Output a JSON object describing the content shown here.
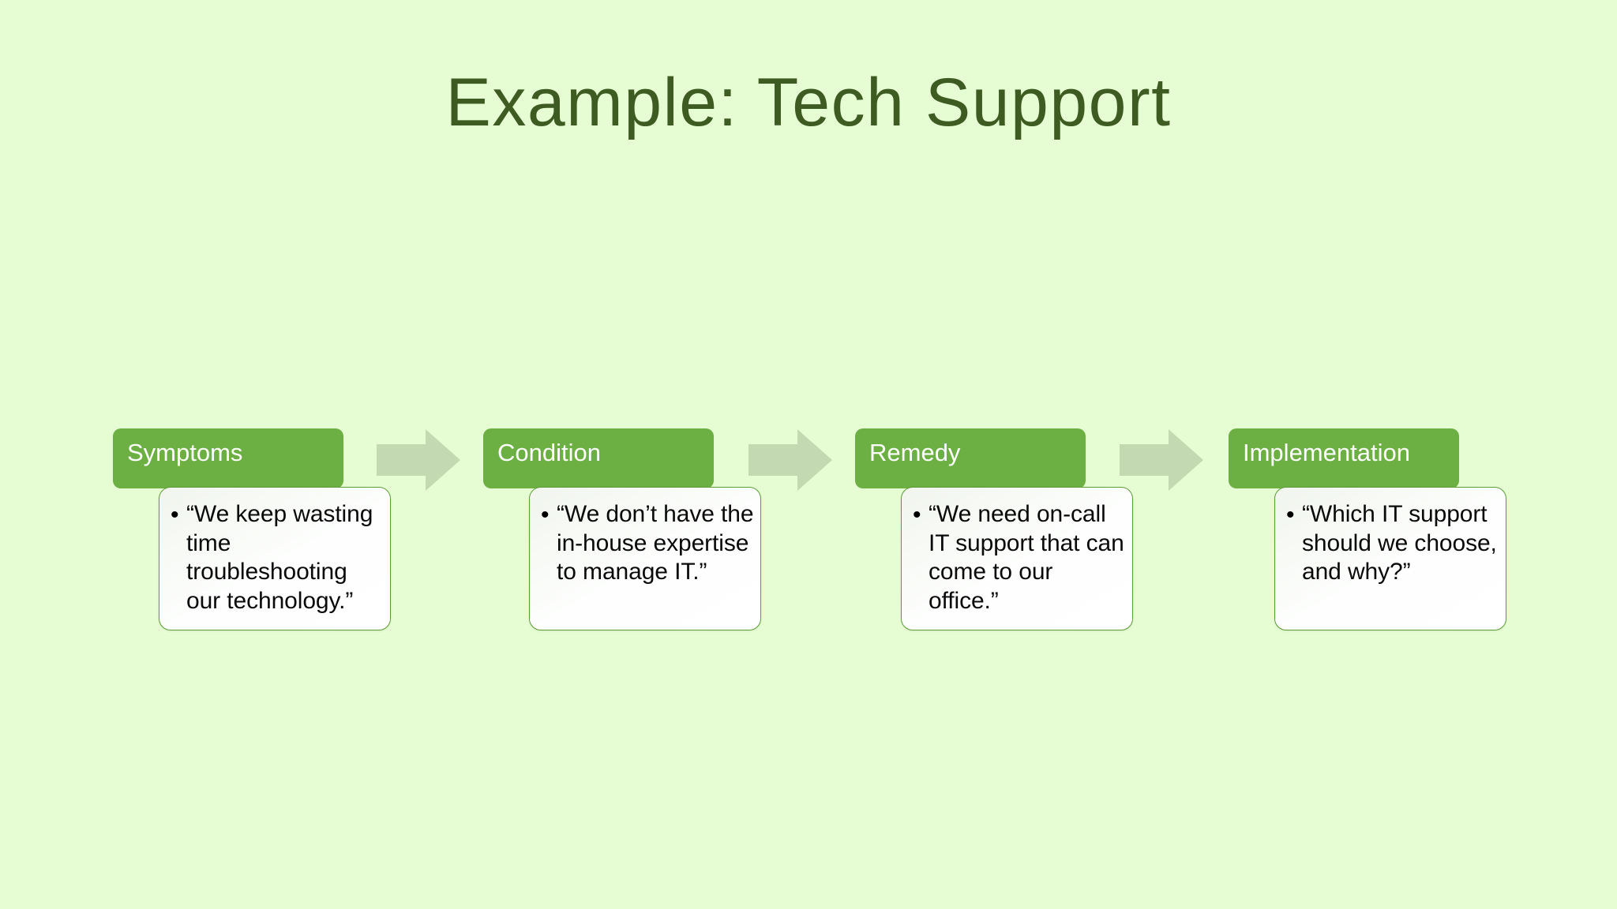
{
  "slide": {
    "title": "Example: Tech Support",
    "background_color": "#e6fcd3",
    "title_color": "#3e5c22",
    "header_color": "#6cb043",
    "card_color": "#fbfdfa",
    "card_border_color": "#5e9c39",
    "arrow_color": "#c3d9b1",
    "bullet_glyph": "•"
  },
  "stages": [
    {
      "label": "Symptoms",
      "quote": "“We keep wasting time troubleshooting our technology.”"
    },
    {
      "label": "Condition",
      "quote": "“We don’t have the in-house expertise to manage IT.”"
    },
    {
      "label": "Remedy",
      "quote": "“We need on-call IT support that can come to our office.”"
    },
    {
      "label": "Implementation",
      "quote": "“Which IT support should we choose, and why?”"
    }
  ],
  "arrows": [
    {
      "name": "arrow-symptoms-to-condition"
    },
    {
      "name": "arrow-condition-to-remedy"
    },
    {
      "name": "arrow-remedy-to-implementation"
    }
  ]
}
